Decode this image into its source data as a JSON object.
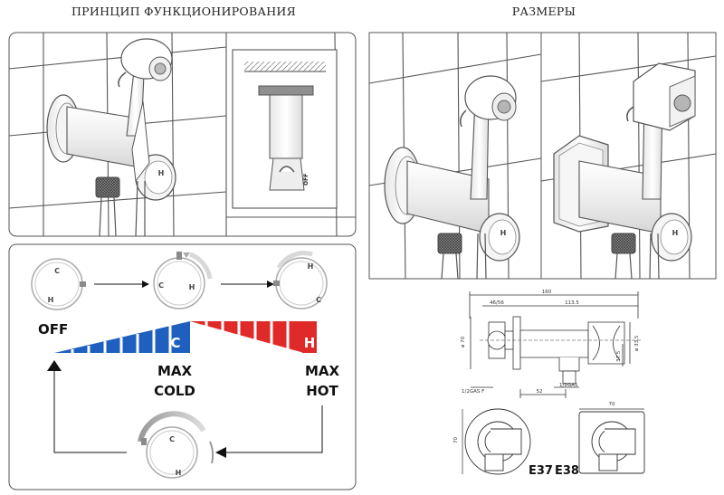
{
  "headings": {
    "principle": "ПРИНЦИП ФУНКЦИОНИРОВАНИЯ",
    "dimensions": "РАЗМЕРЫ"
  },
  "inset": {
    "off_label": "OFF"
  },
  "knobs": {
    "h": "H",
    "c": "C"
  },
  "labels": {
    "off": "OFF",
    "max_cold_1": "MAX",
    "max_cold_2": "COLD",
    "max_hot_1": "MAX",
    "max_hot_2": "HOT",
    "wedge_c": "C",
    "wedge_h": "H"
  },
  "dimensions": {
    "d160": "160",
    "d4656": "46/56",
    "d1135": "113.5",
    "d70": "ø 70",
    "d335": "ø 33.5",
    "d375": "37.5",
    "g12a": "1/2GAS F",
    "g12b": "1/2GAS",
    "d52": "52",
    "d70b": "70",
    "d70c": "70"
  },
  "models": {
    "e37": "E37",
    "e38": "E38"
  },
  "colors": {
    "blue": "#1f5fbf",
    "red": "#e02a2a",
    "grey_handle": "#8a8a8a",
    "tile_line": "#4a4a4a"
  }
}
